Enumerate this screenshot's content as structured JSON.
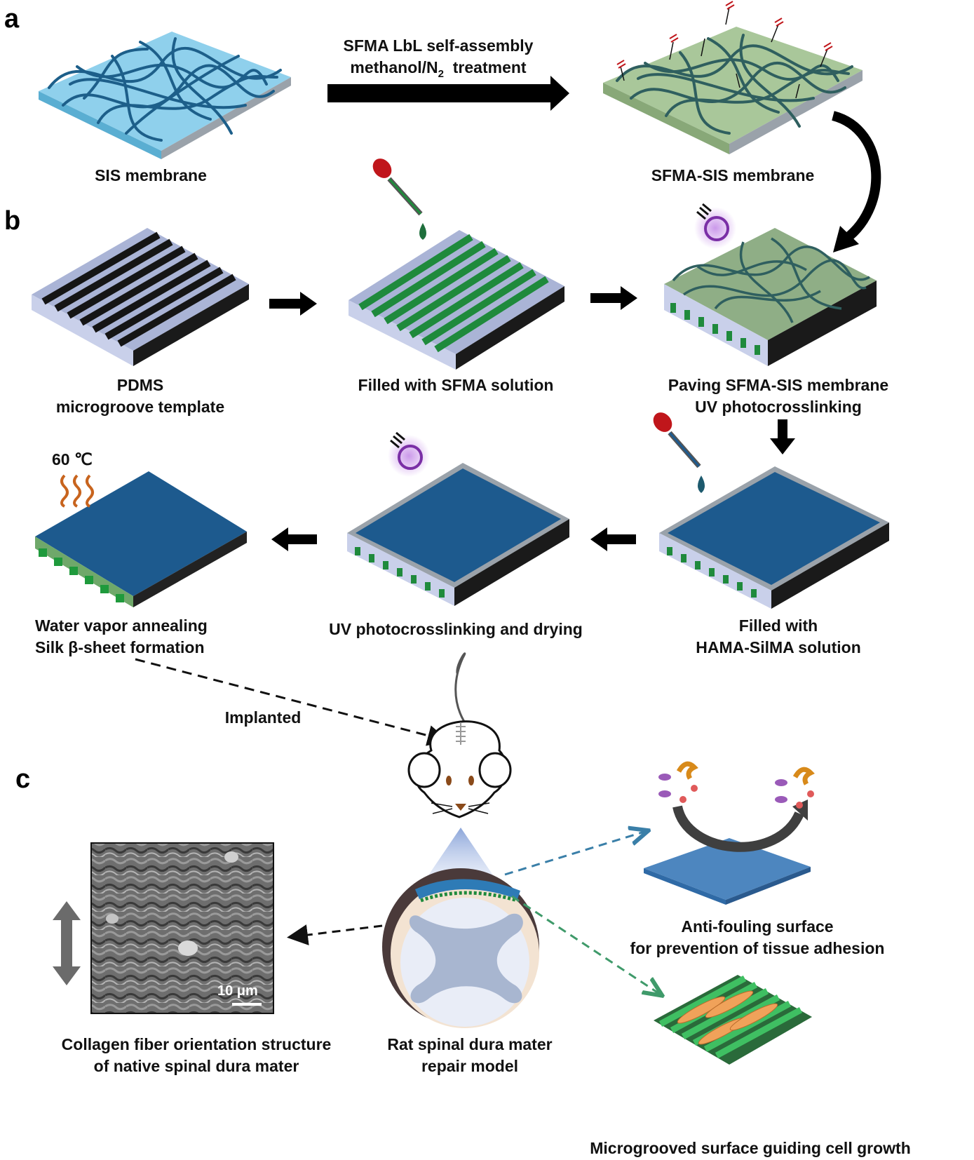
{
  "panels": {
    "a": "a",
    "b": "b",
    "c": "c"
  },
  "section_a": {
    "sis_label": "SIS membrane",
    "process_line1": "SFMA LbL self-assembly",
    "process_line2_prefix": "methanol/N",
    "process_line2_sub": "2",
    "process_line2_suffix": "  treatment",
    "sfma_sis_label": "SFMA-SIS membrane"
  },
  "section_b": {
    "pdms_line1": "PDMS",
    "pdms_line2": "microgroove template",
    "filled_sfma": "Filled with SFMA solution",
    "paving_line1": "Paving SFMA-SIS membrane",
    "paving_line2": "UV photocrosslinking",
    "temperature": "60 ℃",
    "annealing_line1": "Water vapor annealing",
    "annealing_line2": "Silk β-sheet formation",
    "uv_drying": "UV photocrosslinking and drying",
    "filled_hama_line1": "Filled with",
    "filled_hama_line2": "HAMA-SilMA solution",
    "implanted": "Implanted"
  },
  "section_c": {
    "scale_bar": "10 μm",
    "collagen_line1": "Collagen fiber orientation structure",
    "collagen_line2": "of native spinal dura mater",
    "rat_line1": "Rat spinal dura mater",
    "rat_line2": "repair model",
    "antifouling_line1": "Anti-fouling surface",
    "antifouling_line2": "for prevention of tissue adhesion",
    "microgrooved": "Microgrooved surface guiding cell growth"
  },
  "colors": {
    "sis_top": "#8fd0ec",
    "fiber": "#1d5f8a",
    "sfma_top": "#a9c79a",
    "sfma_fiber": "#2f5f5f",
    "groove_green": "#1f8a3c",
    "hydrogel": "#1d5a8e",
    "uv_purple": "#7a2fa6",
    "dropper_red": "#c0161b",
    "heat_orange": "#c8641e",
    "blue_arrow": "#3a7fa8",
    "green_arrow": "#3f9a6a"
  }
}
